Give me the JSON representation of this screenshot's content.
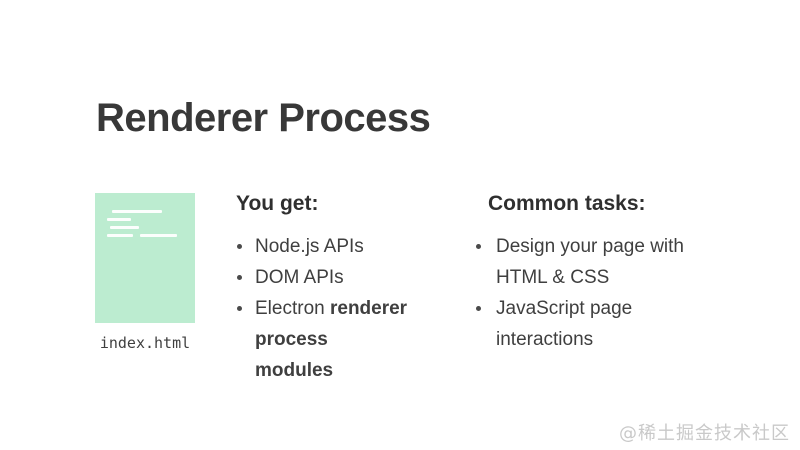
{
  "slide": {
    "title": "Renderer Process",
    "file_figure": {
      "filename": "index.html"
    },
    "columns": [
      {
        "heading": "You get:",
        "bullets": [
          [
            {
              "text": "Node.js APIs",
              "bold": false
            }
          ],
          [
            {
              "text": "DOM APIs",
              "bold": false
            }
          ],
          [
            {
              "text": "Electron ",
              "bold": false
            },
            {
              "text": "renderer process modules",
              "bold": true
            }
          ]
        ]
      },
      {
        "heading": "Common tasks:",
        "bullets": [
          [
            {
              "text": "Design your page with HTML & CSS",
              "bold": false
            }
          ],
          [
            {
              "text": "JavaScript page interactions",
              "bold": false
            }
          ]
        ]
      }
    ],
    "watermark": "@稀土掘金技术社区"
  },
  "colors": {
    "background": "#ffffff",
    "title_text": "#383838",
    "heading_text": "#2f2f2f",
    "body_text": "#3f3f3f",
    "file_card_fill": "#bcecd0",
    "file_card_lines": "#ffffff",
    "bullet_dot": "#4a4a4a",
    "watermark_text": "#c9c9c9"
  }
}
